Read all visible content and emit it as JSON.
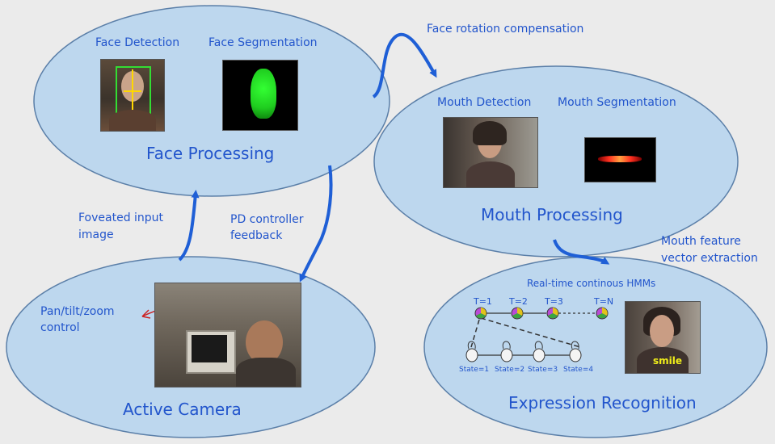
{
  "colors": {
    "background": "#ebebeb",
    "ellipse_fill": "#bdd7ee",
    "ellipse_stroke": "#5b7fa8",
    "text": "#2255cc",
    "arrow": "#1f5fd6"
  },
  "face": {
    "title": "Face Processing",
    "detection_label": "Face Detection",
    "segmentation_label": "Face Segmentation"
  },
  "mouth": {
    "title": "Mouth Processing",
    "detection_label": "Mouth Detection",
    "segmentation_label": "Mouth Segmentation"
  },
  "camera": {
    "title": "Active Camera",
    "control_label_line1": "Pan/tilt/zoom",
    "control_label_line2": "control"
  },
  "expression": {
    "title": "Expression Recognition",
    "hmm_title": "Real-time continous HMMs",
    "time_steps": [
      "T=1",
      "T=2",
      "T=3",
      "T=N"
    ],
    "states": [
      "State=1",
      "State=2",
      "State=3",
      "State=4"
    ],
    "photo_caption": "smile"
  },
  "arrows": {
    "rotation_label": "Face rotation compensation",
    "foveated_line1": "Foveated input",
    "foveated_line2": "image",
    "pd_line1": "PD controller",
    "pd_line2": "feedback",
    "feature_line1": "Mouth feature",
    "feature_line2": "vector extraction"
  }
}
